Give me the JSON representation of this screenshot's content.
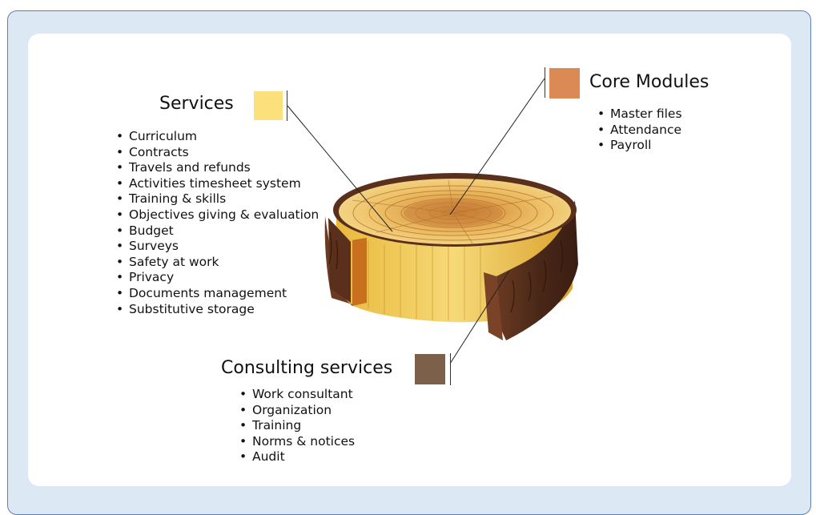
{
  "sections": {
    "services": {
      "title": "Services",
      "color": "#fbe07b",
      "items": [
        "Curriculum",
        "Contracts",
        "Travels and refunds",
        "Activities timesheet system",
        "Training & skills",
        "Objectives giving & evaluation",
        "Budget",
        "Surveys",
        "Safety at work",
        "Privacy",
        "Documents management",
        "Substitutive storage"
      ]
    },
    "core": {
      "title": "Core Modules",
      "color": "#dc8a55",
      "items": [
        "Master files",
        "Attendance",
        "Payroll"
      ]
    },
    "consulting": {
      "title": "Consulting services",
      "color": "#7d6049",
      "items": [
        "Work consultant",
        "Organization",
        "Training",
        "Norms & notices",
        "Audit"
      ]
    }
  }
}
